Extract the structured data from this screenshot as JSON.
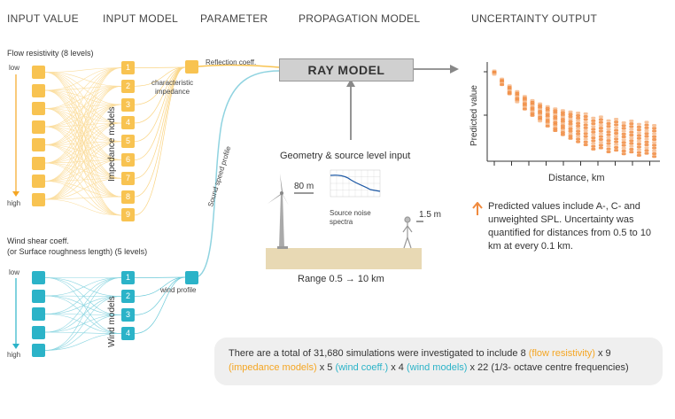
{
  "headers": {
    "input_value": "INPUT VALUE",
    "input_model": "INPUT MODEL",
    "parameter": "PARAMETER",
    "propagation_model": "PROPAGATION MODEL",
    "uncertainty_output": "UNCERTAINTY OUTPUT"
  },
  "flow": {
    "title": "Flow resistivity (8 levels)",
    "low": "low",
    "high": "high",
    "models_label": "Impedance models",
    "models": [
      "1",
      "2",
      "3",
      "4",
      "5",
      "6",
      "7",
      "8",
      "9"
    ],
    "param": "characteristic\nimpedance",
    "coeff_label": "Reflection coeff."
  },
  "wind": {
    "title_line1": "Wind shear coeff.",
    "title_line2": "(or Surface roughness length) (5 levels)",
    "low": "low",
    "high": "high",
    "models_label": "Wind models",
    "models": [
      "1",
      "2",
      "3",
      "4"
    ],
    "param": "wind profile",
    "profile_label": "Sound speed profile"
  },
  "ray_model": "RAY MODEL",
  "geometry": {
    "title": "Geometry & source level input",
    "hub_height": "80 m",
    "receiver_height": "1.5 m",
    "spectra_label": "Source noise\nspectra",
    "range": "Range 0.5 → 10 km"
  },
  "chart_data": {
    "type": "scatter",
    "xlabel": "Distance, km",
    "ylabel": "Predicted value",
    "note": "Predicted values include A-, C- and unweighted SPL. Uncertainty was quantified for distances from 0.5 to 10 km at every 0.1 km.",
    "note_icon": "up-arrow-icon",
    "colors": {
      "points": "#f08a3e",
      "light": "#f6b98a"
    }
  },
  "summary": {
    "part1": "There are a total of 31,680 simulations were investigated to include 8 ",
    "flow": "(flow resistivity)",
    "part2": " x 9 ",
    "imp": "(impedance models)",
    "part3": " x 5 ",
    "windc": "(wind coeff.)",
    "part4": " x 4 ",
    "windm": "(wind models)",
    "part5": " x 22 (1/3- octave centre frequencies)"
  },
  "colors": {
    "orange": "#f8c351",
    "teal": "#2bb3c8",
    "ground": "#e8d9b4",
    "ray_box": "#d0d0d0"
  }
}
